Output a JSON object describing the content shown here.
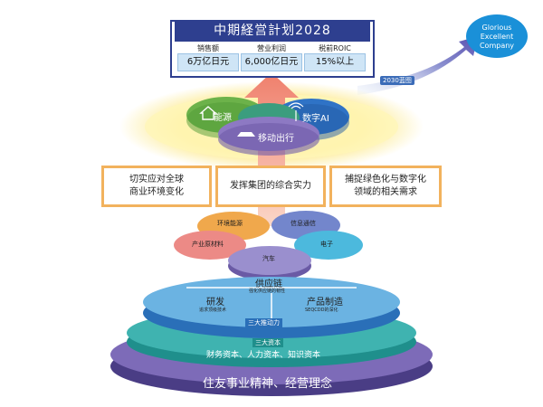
{
  "plan": {
    "title": "中期経営計划2028",
    "metrics": [
      {
        "label": "销售额",
        "value": "6万亿日元"
      },
      {
        "label": "营业利润",
        "value": "6,000亿日元"
      },
      {
        "label": "税前ROIC",
        "value": "15%以上"
      }
    ]
  },
  "vision": {
    "goal": "Glorious\nExcellent\nCompany",
    "blueprint": "2030蓝图"
  },
  "focus_areas": {
    "energy": "能源",
    "digital": "数字AI",
    "mobility": "移动出行"
  },
  "strategies": [
    "切实应对全球\n商业环境变化",
    "发挥集团的综合实力",
    "捕捉绿色化与数字化\n领域的相关需求"
  ],
  "segments": {
    "environment_energy": "环境能源",
    "info_comm": "信息通信",
    "materials": "产业原材料",
    "electronics": "电子",
    "automotive": "汽车"
  },
  "drivers": {
    "supply_chain": "供应链",
    "supply_chain_sub": "强化供应链的韧性",
    "rnd": "研发",
    "rnd_sub": "追求顶级技术",
    "manufacturing": "产品制造",
    "manufacturing_sub": "SEQCDD的深化",
    "label": "三大推动力"
  },
  "capitals": {
    "label": "三大资本",
    "items": "财务资本、人力资本、知识资本"
  },
  "foundation": "住友事业精神、经营理念"
}
